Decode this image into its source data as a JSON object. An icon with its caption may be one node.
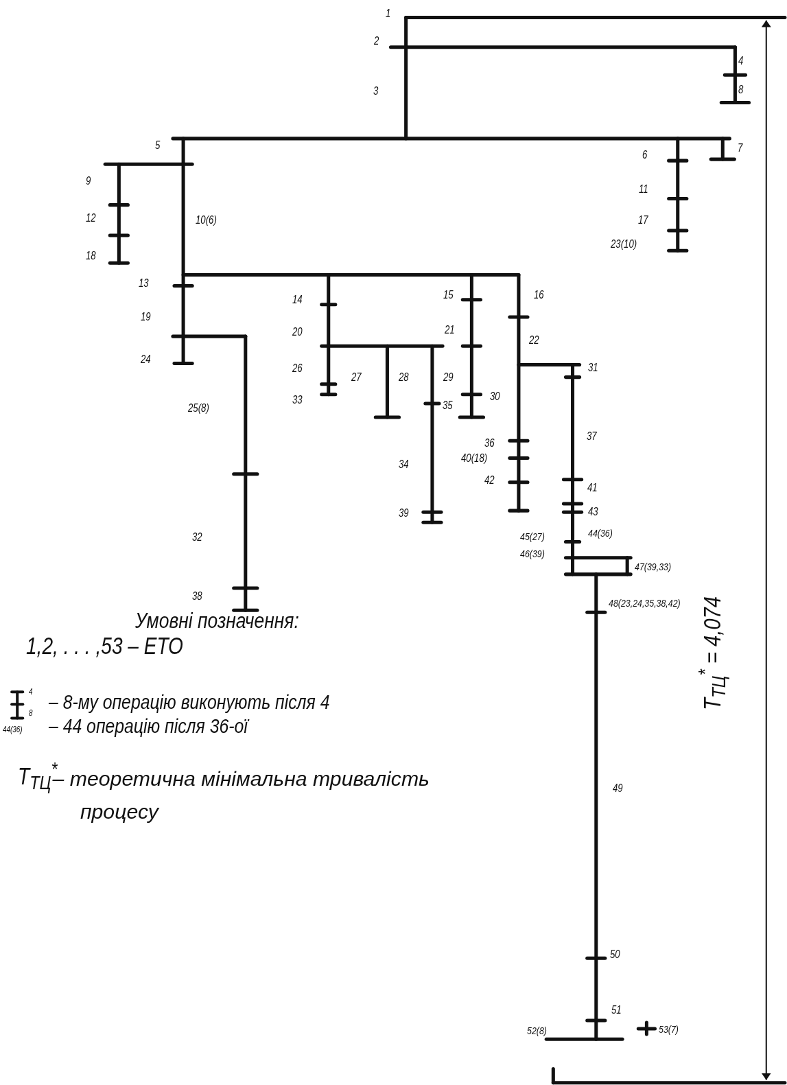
{
  "diagram": {
    "labels": [
      "1",
      "2",
      "4",
      "3",
      "8",
      "5",
      "6",
      "7",
      "9",
      "11",
      "10(6)",
      "12",
      "17",
      "23(10)",
      "18",
      "13",
      "14",
      "15",
      "16",
      "19",
      "20",
      "21",
      "22",
      "24",
      "31",
      "26",
      "27",
      "28",
      "29",
      "33",
      "30",
      "35",
      "25(8)",
      "37",
      "36",
      "34",
      "40(18)",
      "41",
      "42",
      "43",
      "39",
      "44(36)",
      "45(27)",
      "32",
      "46(39)",
      "47(39,33)",
      "48(23,24,35,38,42)",
      "38",
      "Умовні позначення:",
      "1,2, . . . ,53 – ЕТО",
      "4",
      "– 8-му операцію виконують після 4",
      "8",
      "44(36)",
      "– 44 операцію після 36-ої",
      "T$_{ТЦ}$$^{*}$",
      "– теоретична мінімальна тривалість процесу",
      "T$_{ТЦ}$$^{*}$ = 4,074",
      "49",
      "50",
      "51",
      "52(8)",
      "53(7)"
    ]
  }
}
